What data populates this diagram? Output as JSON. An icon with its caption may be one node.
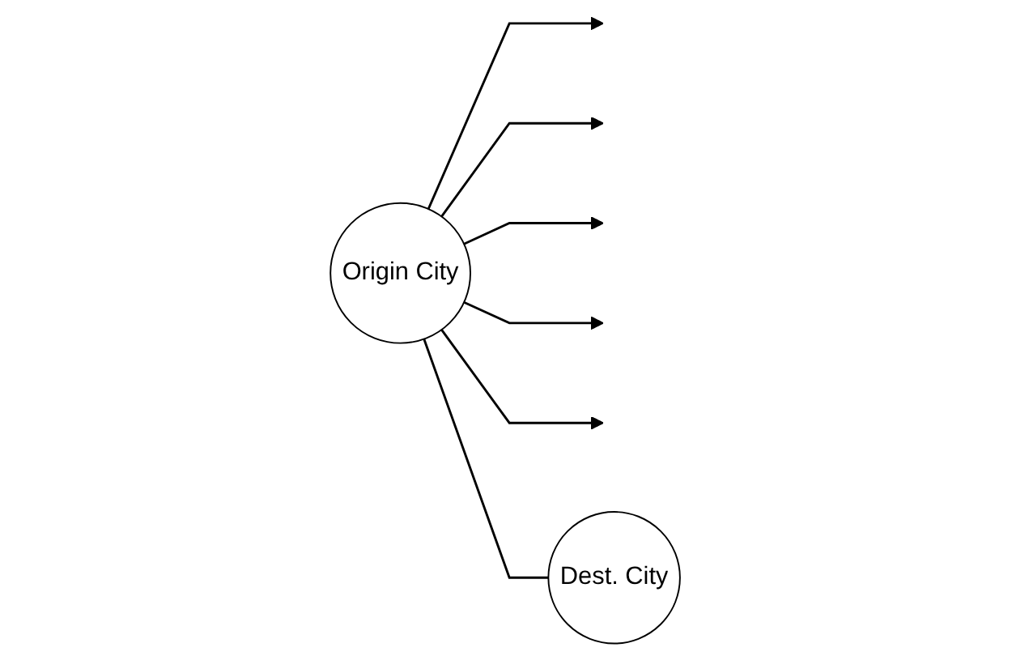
{
  "diagram": {
    "nodes": [
      {
        "text": [
          "Origin City"
        ]
      },
      {
        "text": [
          "Dest. City"
        ]
      }
    ],
    "edges": [
      {
        "from": 0,
        "to": null,
        "arrow": "to"
      },
      {
        "from": 0,
        "to": null,
        "arrow": "to"
      },
      {
        "from": 0,
        "to": null,
        "arrow": "to"
      },
      {
        "from": 0,
        "to": null,
        "arrow": "to"
      },
      {
        "from": 0,
        "to": null,
        "arrow": "to"
      },
      {
        "from": 0,
        "to": 1,
        "arrow": "none"
      }
    ]
  }
}
